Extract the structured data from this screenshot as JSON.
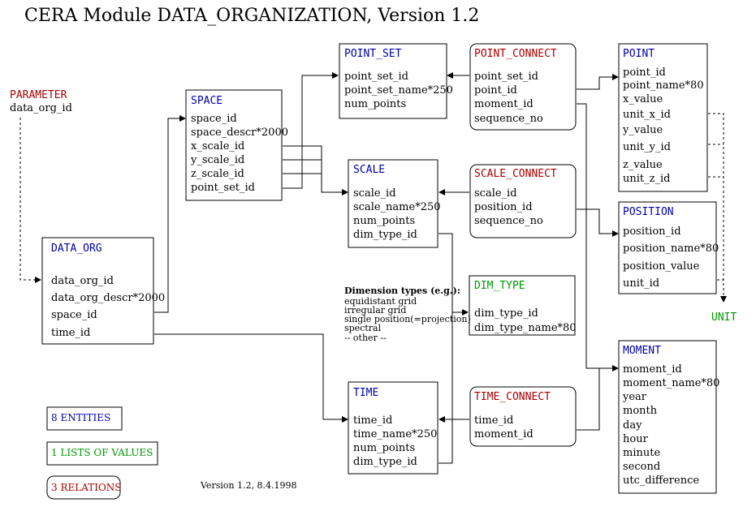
{
  "title": "CERA Module  DATA_ORGANIZATION, Version 1.2",
  "colors": {
    "entity": "#0000aa",
    "relation": "#aa0000",
    "list_of_values": "#009900",
    "text": "#000000"
  },
  "parameter": {
    "label": "PARAMETER",
    "attr": "data_org_id"
  },
  "unit_label": "UNIT",
  "entities": {
    "data_org": {
      "name": "DATA_ORG",
      "attrs": [
        "data_org_id",
        "data_org_descr*2000",
        "space_id",
        "time_id"
      ]
    },
    "space": {
      "name": "SPACE",
      "attrs": [
        "space_id",
        "space_descr*2000",
        "x_scale_id",
        "y_scale_id",
        "z_scale_id",
        "point_set_id"
      ]
    },
    "point_set": {
      "name": "POINT_SET",
      "attrs": [
        "point_set_id",
        "point_set_name*250",
        "num_points"
      ]
    },
    "point": {
      "name": "POINT",
      "attrs": [
        "point_id",
        "point_name*80",
        "x_value",
        "unit_x_id",
        "y_value",
        "unit_y_id",
        "z_value",
        "unit_z_id"
      ]
    },
    "scale": {
      "name": "SCALE",
      "attrs": [
        "scale_id",
        "scale_name*250",
        "num_points",
        "dim_type_id"
      ]
    },
    "position": {
      "name": "POSITION",
      "attrs": [
        "position_id",
        "position_name*80",
        "position_value",
        "unit_id"
      ]
    },
    "time": {
      "name": "TIME",
      "attrs": [
        "time_id",
        "time_name*250",
        "num_points",
        "dim_type_id"
      ]
    },
    "moment": {
      "name": "MOMENT",
      "attrs": [
        "moment_id",
        "moment_name*80",
        "year",
        "month",
        "day",
        "hour",
        "minute",
        "second",
        "utc_difference"
      ]
    }
  },
  "relations": {
    "point_connect": {
      "name": "POINT_CONNECT",
      "attrs": [
        "point_set_id",
        "point_id",
        "moment_id",
        "sequence_no"
      ]
    },
    "scale_connect": {
      "name": "SCALE_CONNECT",
      "attrs": [
        "scale_id",
        "position_id",
        "sequence_no"
      ]
    },
    "time_connect": {
      "name": "TIME_CONNECT",
      "attrs": [
        "time_id",
        "moment_id"
      ]
    }
  },
  "lists_of_values": {
    "dim_type": {
      "name": "DIM_TYPE",
      "attrs": [
        "dim_type_id",
        "dim_type_name*80"
      ]
    }
  },
  "dimension_types": {
    "heading": "Dimension types (e.g.):",
    "items": [
      "equidistant grid",
      "irregular grid",
      "single position(=projection)",
      "spectral",
      "--  other  --"
    ]
  },
  "legend": {
    "entities": "8 ENTITIES",
    "lists": "1 LISTS OF VALUES",
    "relations": "3 RELATIONS"
  },
  "version_note": "Version 1.2,  8.4.1998"
}
